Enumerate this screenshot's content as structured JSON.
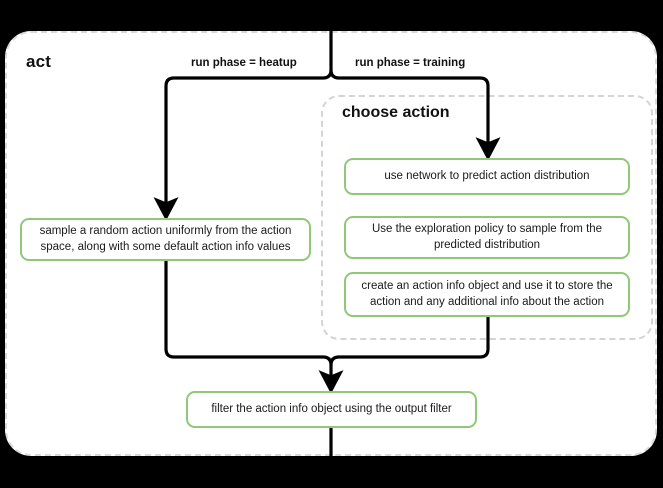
{
  "diagram": {
    "title": "act",
    "subgraph": {
      "title": "choose action"
    },
    "edge_labels": {
      "heatup": "run phase = heatup",
      "training": "run phase = training"
    },
    "steps": {
      "sample_random": "sample a random action uniformly from the action space, along with some default action info values",
      "use_network": "use network to predict action distribution",
      "exploration_policy": "Use the exploration policy to sample from the predicted distribution",
      "create_action_info": "create an action info object and use it to store the action and any additional info about the action",
      "filter_output": "filter the action info object using the output filter"
    },
    "colors": {
      "step_border": "#8fc977",
      "step_fill": "#ffffff",
      "container_border": "#d9d9d9",
      "connector": "#000000",
      "text": "#1a1a1a",
      "background": "#000000"
    }
  }
}
